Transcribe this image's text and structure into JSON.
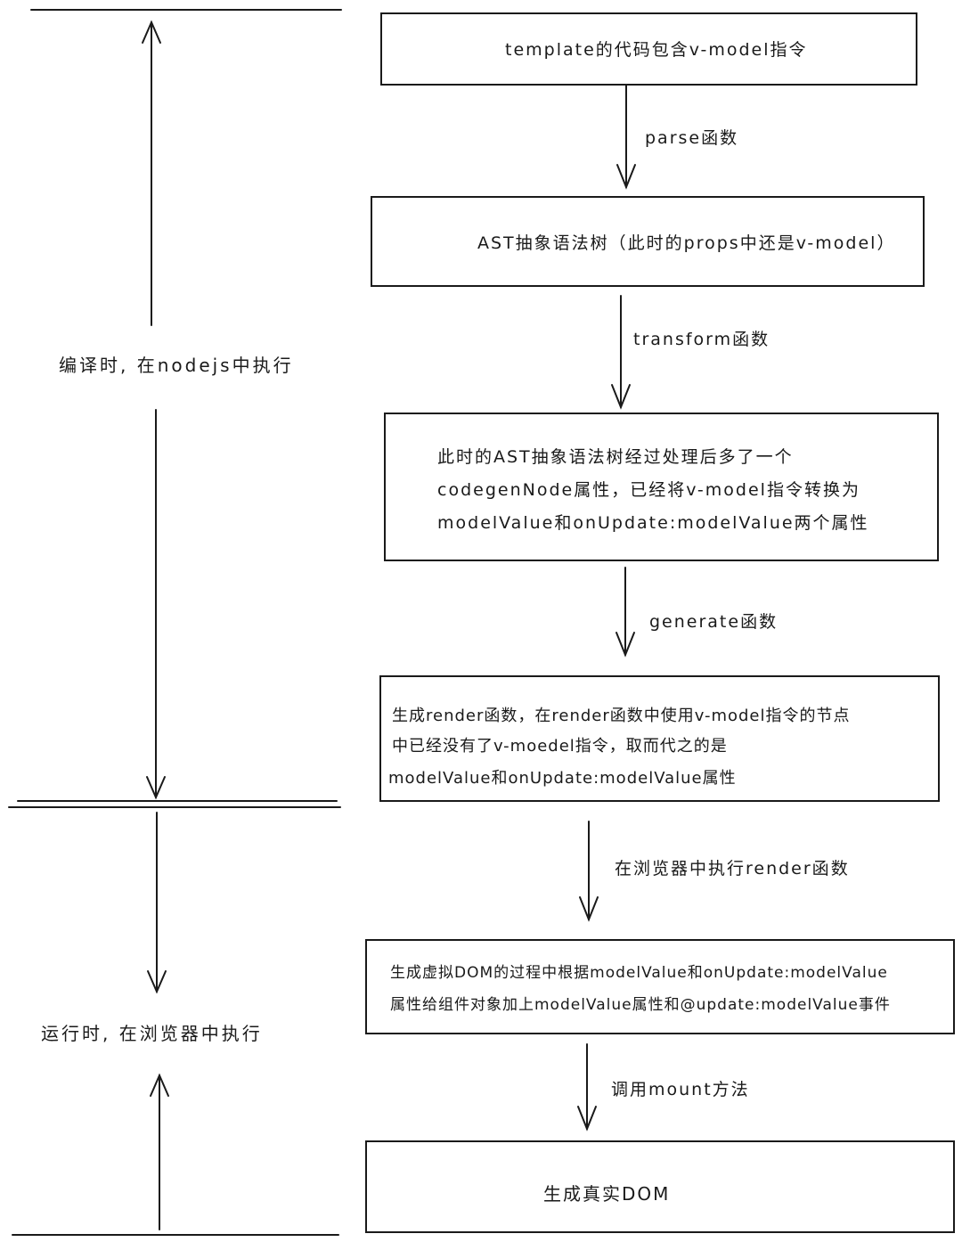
{
  "phases": {
    "compile": "编译时, 在nodejs中执行",
    "runtime": "运行时, 在浏览器中执行"
  },
  "nodes": [
    {
      "text": "template的代码包含v-model指令"
    },
    {
      "text": "AST抽象语法树（此时的props中还是v-model）"
    },
    {
      "lines": [
        "此时的AST抽象语法树经过处理后多了一个",
        "codegenNode属性，已经将v-model指令转换为",
        "modelValue和onUpdate:modelValue两个属性"
      ]
    },
    {
      "lines": [
        "生成render函数，在render函数中使用v-model指令的节点",
        "中已经没有了v-moedel指令，取而代之的是",
        "modelValue和onUpdate:modelValue属性"
      ]
    },
    {
      "lines": [
        "生成虚拟DOM的过程中根据modelValue和onUpdate:modelValue",
        "属性给组件对象加上modelValue属性和@update:modelValue事件"
      ]
    },
    {
      "text": "生成真实DOM"
    }
  ],
  "edges": [
    {
      "label": "parse函数"
    },
    {
      "label": "transform函数"
    },
    {
      "label": "generate函数"
    },
    {
      "label": "在浏览器中执行render函数"
    },
    {
      "label": "调用mount方法"
    }
  ]
}
